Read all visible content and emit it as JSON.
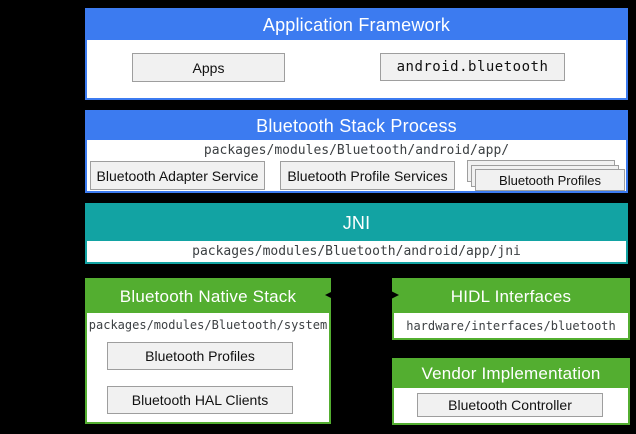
{
  "colors": {
    "background": "#000000",
    "blue": "#3C7BF0",
    "teal": "#12A3A3",
    "green": "#53AE30",
    "inner_box_fill": "#F1F1F1",
    "inner_box_border": "#9E9E9E",
    "path_text": "#3C4043",
    "header_text": "#FFFFFF"
  },
  "sections": {
    "application_framework": {
      "title": "Application Framework",
      "boxes": {
        "apps": "Apps",
        "android_bluetooth": "android.bluetooth"
      }
    },
    "bluetooth_stack_process": {
      "title": "Bluetooth Stack Process",
      "path": "packages/modules/Bluetooth/android/app/",
      "boxes": {
        "adapter_service": "Bluetooth Adapter Service",
        "profile_services": "Bluetooth Profile Services",
        "profiles_stack": "Bluetooth Profiles"
      }
    },
    "jni": {
      "title": "JNI",
      "path": "packages/modules/Bluetooth/android/app/jni"
    },
    "bluetooth_native_stack": {
      "title": "Bluetooth Native Stack",
      "path": "packages/modules/Bluetooth/system",
      "boxes": {
        "profiles": "Bluetooth Profiles",
        "hal_clients": "Bluetooth HAL Clients"
      }
    },
    "hidl_interfaces": {
      "title": "HIDL Interfaces",
      "path": "hardware/interfaces/bluetooth"
    },
    "vendor_implementation": {
      "title": "Vendor Implementation",
      "boxes": {
        "controller": "Bluetooth Controller"
      }
    }
  }
}
